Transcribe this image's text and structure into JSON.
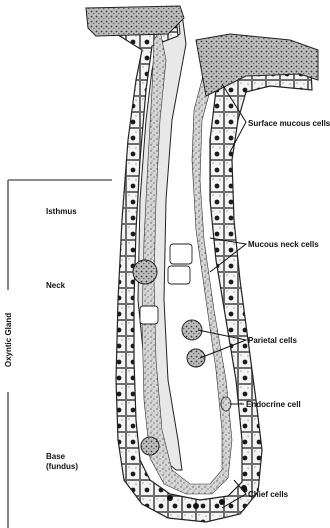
{
  "diagram": {
    "side_label": "Oxyntic Gland",
    "regions": [
      {
        "id": "isthmus",
        "text": "Isthmus"
      },
      {
        "id": "neck",
        "text": "Neck"
      },
      {
        "id": "base",
        "line1": "Base",
        "line2": "(fundus)"
      }
    ],
    "cell_labels": [
      {
        "id": "surface-mucous",
        "text": "Surface mucous cells"
      },
      {
        "id": "mucous-neck",
        "text": "Mucous neck cells"
      },
      {
        "id": "parietal",
        "text": "Parietal cells"
      },
      {
        "id": "endocrine",
        "text": "Endocrine cell"
      },
      {
        "id": "chief",
        "text": "Chief cells"
      }
    ]
  }
}
